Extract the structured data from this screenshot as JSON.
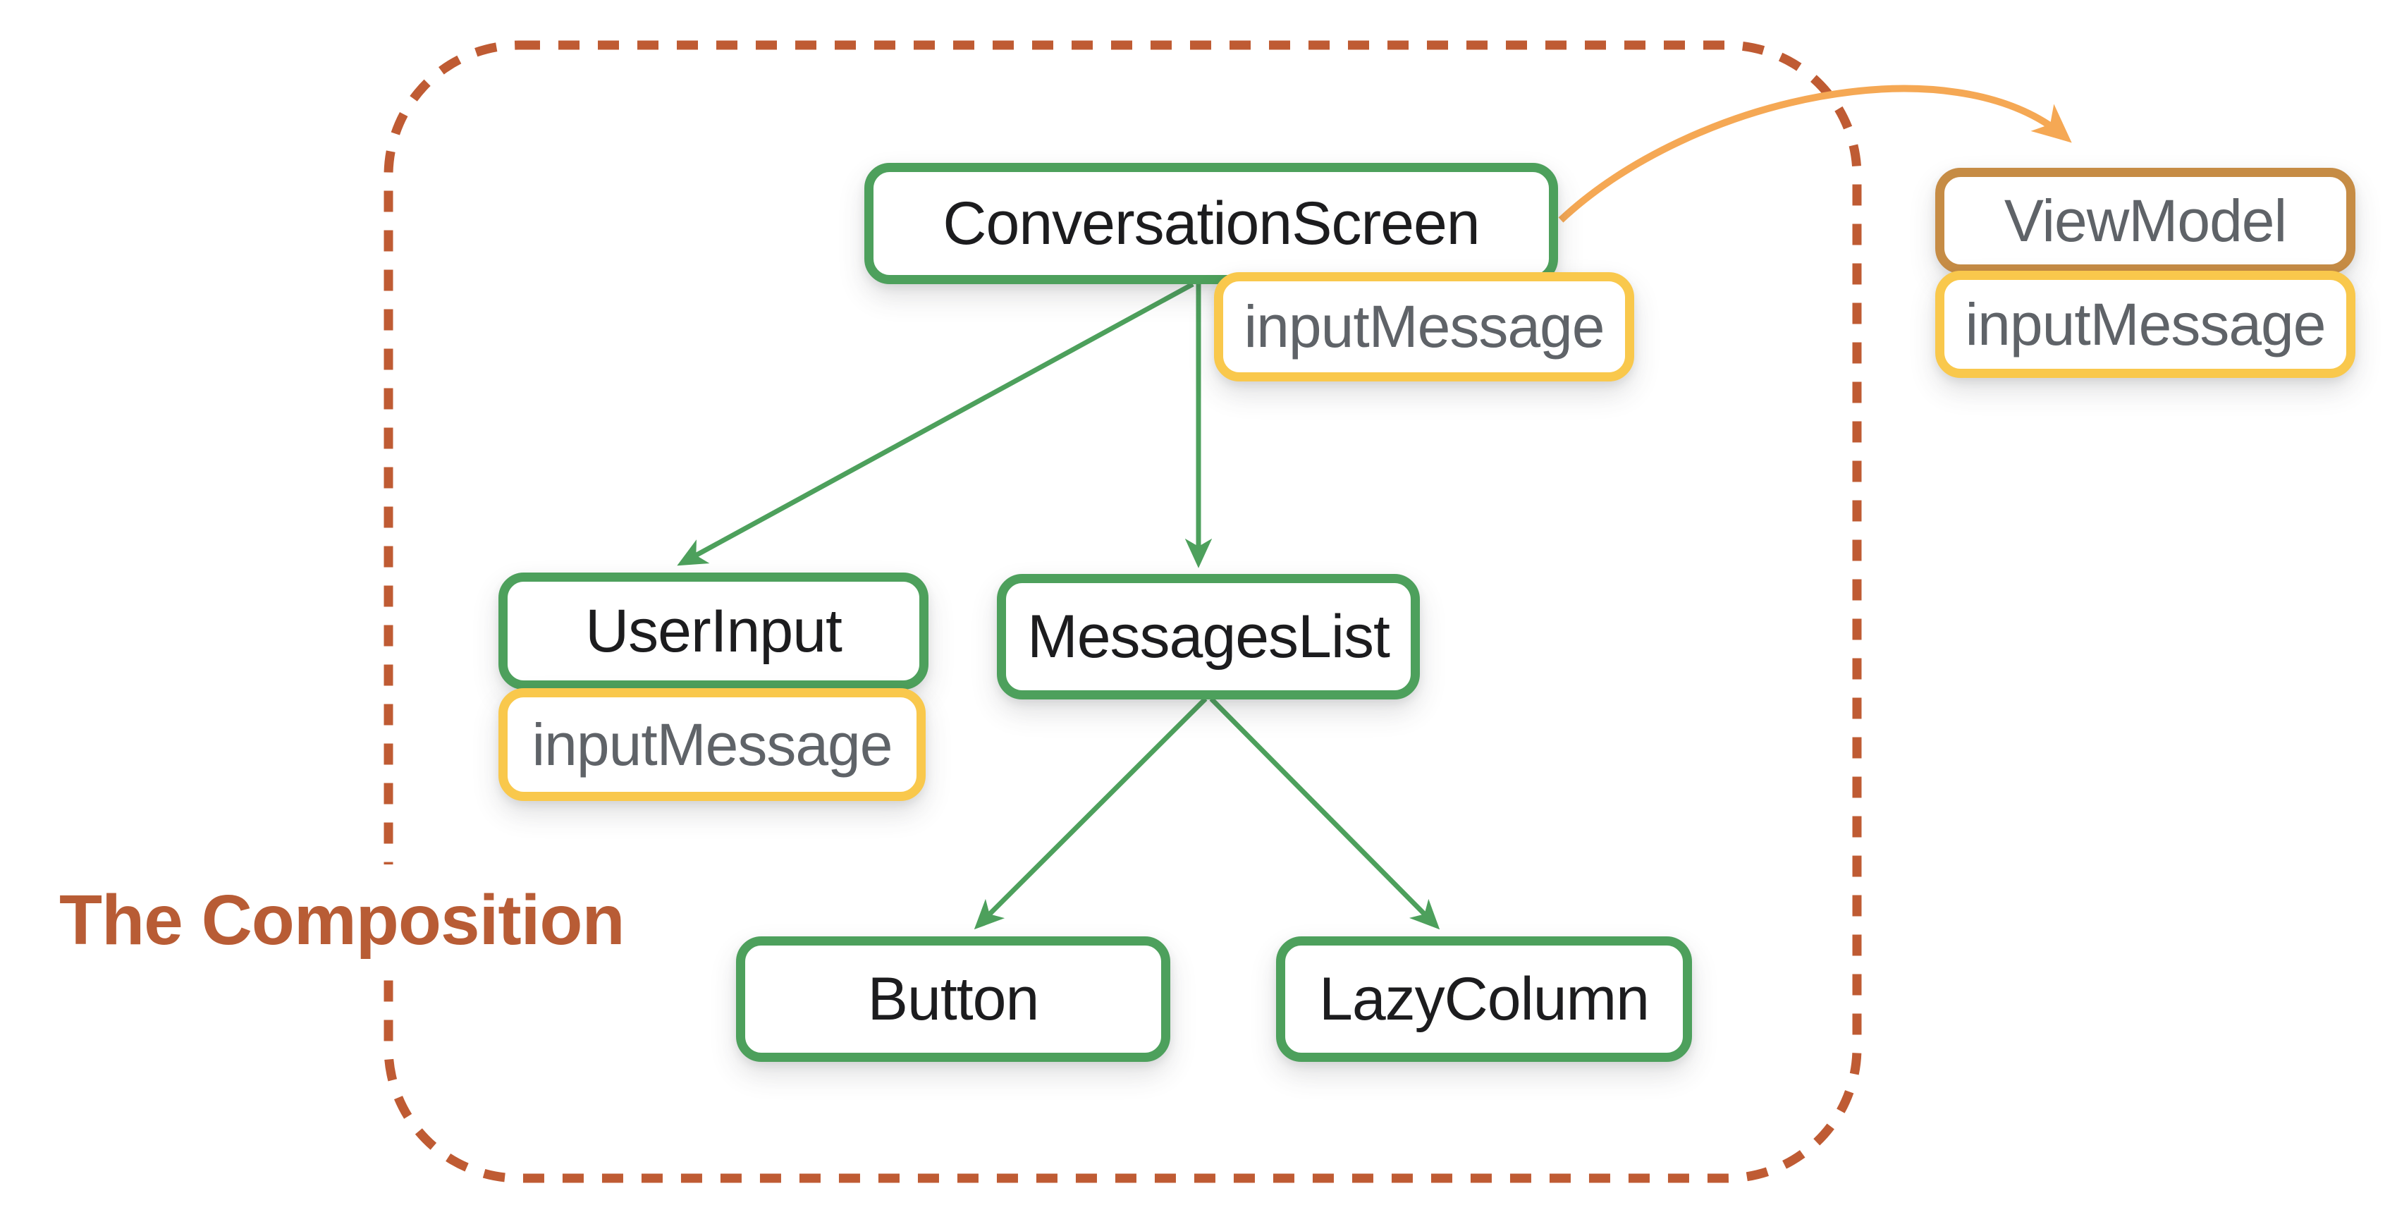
{
  "title": "The Composition",
  "nodes": {
    "conversationScreen": {
      "label": "ConversationScreen",
      "state_badge": "inputMessage"
    },
    "userInput": {
      "label": "UserInput",
      "state_badge": "inputMessage"
    },
    "messagesList": {
      "label": "MessagesList"
    },
    "button": {
      "label": "Button"
    },
    "lazyColumn": {
      "label": "LazyColumn"
    },
    "viewModel": {
      "label": "ViewModel",
      "state_badge": "inputMessage"
    }
  },
  "edges": [
    {
      "from": "ConversationScreen",
      "to": "UserInput",
      "style": "green-arrow"
    },
    {
      "from": "ConversationScreen",
      "to": "MessagesList",
      "style": "green-arrow"
    },
    {
      "from": "MessagesList",
      "to": "Button",
      "style": "green-arrow"
    },
    {
      "from": "MessagesList",
      "to": "LazyColumn",
      "style": "green-arrow"
    },
    {
      "from": "ConversationScreen",
      "to": "ViewModel",
      "style": "orange-curved-arrow"
    }
  ],
  "boundary": {
    "label": "The Composition",
    "style": "dashed-rounded-rect"
  },
  "colors": {
    "composable_border": "#4da05c",
    "state_border": "#f9c84c",
    "viewmodel_border": "#c68c45",
    "arrow_orange": "#f5a854",
    "boundary_dash": "#bf5b33",
    "title_text": "#b85c35",
    "muted_text": "#5f6368",
    "dark_text": "#1c1c1e"
  }
}
